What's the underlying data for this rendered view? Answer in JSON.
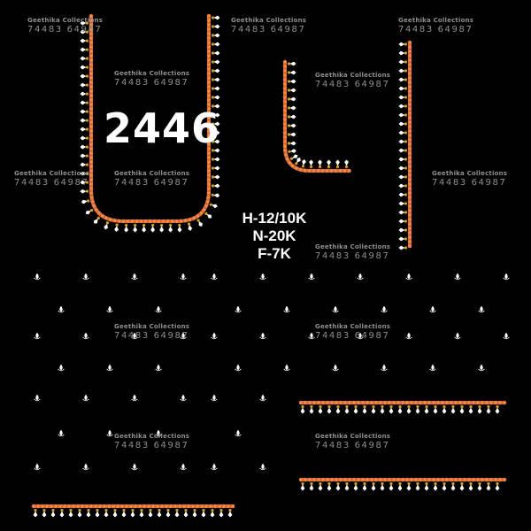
{
  "design_number": "2446",
  "stitch_counts": {
    "h": "H-12/10K",
    "n": "N-20K",
    "f": "F-7K"
  },
  "watermark": {
    "name": "Geethika Collections",
    "phone": "74483 64987"
  },
  "colors": {
    "background": "#000000",
    "bead_orange": "#e8743b",
    "gold": "#d4a017",
    "white": "#ffffff",
    "watermark": "#8f8f8f"
  },
  "motifs": [
    "neckline-border",
    "sleeve-border",
    "vertical-border",
    "buta-motif",
    "horizontal-border"
  ]
}
